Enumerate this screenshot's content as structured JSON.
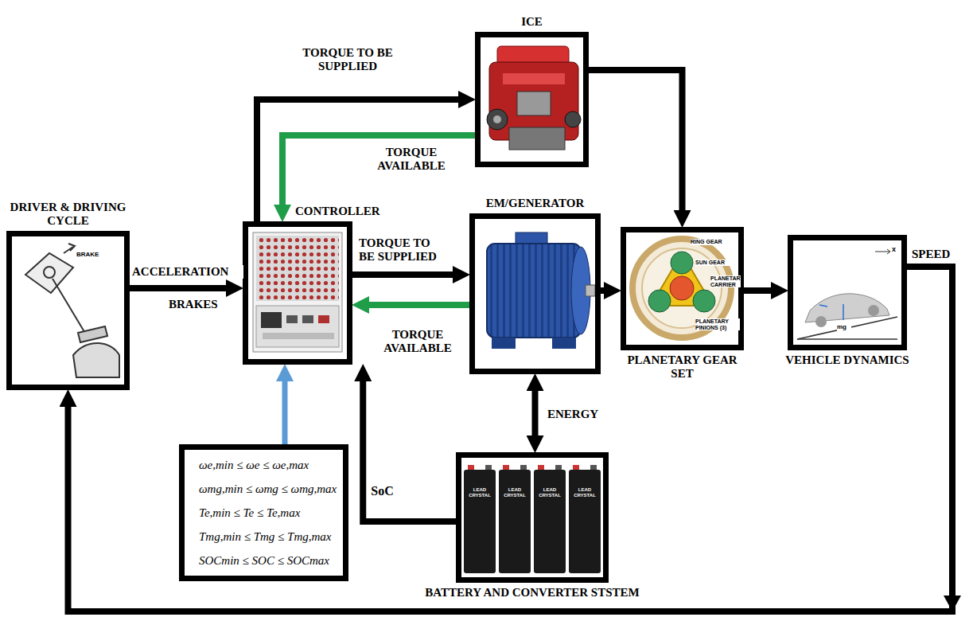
{
  "diagram": {
    "nodes": [
      {
        "text": [
          "ICE"
        ]
      },
      {
        "text": [
          "DRIVER & DRIVING CYCLE"
        ]
      },
      {
        "text": [
          "CONTROLLER"
        ]
      },
      {
        "text": [
          "EM/GENERATOR"
        ]
      },
      {
        "text": [
          "PLANETARY GEAR SET"
        ]
      },
      {
        "text": [
          "VEHICLE DYNAMICS"
        ]
      },
      {
        "text": [
          "ωe,min ≤ ωe ≤ ωe,max",
          "ωmg,min ≤ ωmg ≤ ωmg,max",
          "Te,min ≤ Te ≤ Te,max",
          "Tmg,min ≤ Tmg ≤ Tmg,max",
          "SOCmin ≤ SOC ≤ SOCmax"
        ]
      },
      {
        "text": [
          "BATTERY AND CONVERTER STSTEM"
        ]
      }
    ],
    "edges": [
      {
        "from": 1,
        "to": 2,
        "arrow": "to",
        "label": "ACCELERATION"
      },
      {
        "from": 2,
        "to": 0,
        "arrow": "to",
        "label": "TORQUE TO BE SUPPLIED"
      },
      {
        "from": 0,
        "to": 2,
        "arrow": "to",
        "label": "TORQUE AVAILABLE"
      },
      {
        "from": 2,
        "to": 3,
        "arrow": "to",
        "label": "TORQUE TO BE SUPPLIED"
      },
      {
        "from": 3,
        "to": 2,
        "arrow": "to",
        "label": "TORQUE AVAILABLE"
      },
      {
        "from": 0,
        "to": 4,
        "arrow": "to"
      },
      {
        "from": 3,
        "to": 4,
        "arrow": "to"
      },
      {
        "from": 4,
        "to": 5,
        "arrow": "to"
      },
      {
        "from": 5,
        "to": 1,
        "arrow": "to",
        "label": "SPEED"
      },
      {
        "from": 3,
        "to": 7,
        "arrow": "both",
        "label": "ENERGY"
      },
      {
        "from": 7,
        "to": 2,
        "arrow": "to",
        "label": "SoC"
      },
      {
        "from": 6,
        "to": 2,
        "arrow": "to"
      }
    ],
    "labels": [
      "BRAKES",
      "BRAKE",
      "RING GEAR",
      "SUN GEAR",
      "PLANETARY CARRIER",
      "PLANETARY PINIONS (3)",
      "x",
      "mg",
      "LEAD CRYSTAL",
      "LEAD CRYSTAL",
      "LEAD CRYSTAL",
      "LEAD CRYSTAL"
    ]
  }
}
